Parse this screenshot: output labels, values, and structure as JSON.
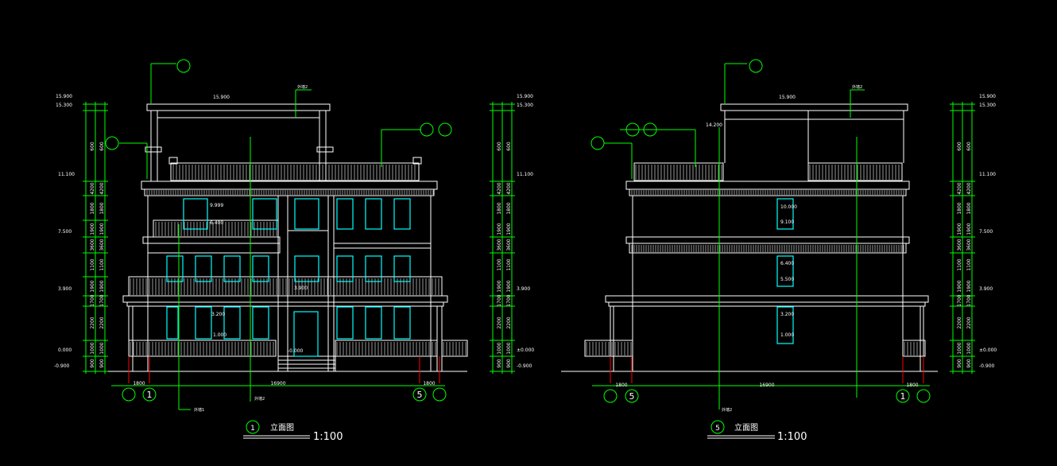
{
  "colors": {
    "background": "#000000",
    "building": "#ffffff",
    "dimension": "#00ff00",
    "window": "#00ffff",
    "axis": "#ff0000"
  },
  "drawing1": {
    "title_circle": "1",
    "title": "立面图",
    "scale": "1:100",
    "elev_labels": [
      "15.900",
      "15.300",
      "11.100",
      "7.500",
      "3.900",
      "0.000",
      "-0.900"
    ],
    "right_elev_labels": [
      "15.900",
      "15.300",
      "11.100",
      "3.900",
      "±0.000",
      "-0.900"
    ],
    "dim_segments": [
      "600",
      "4200",
      "1800",
      "1900",
      "3600",
      "1100",
      "1900",
      "1700",
      "2200",
      "1000",
      "900"
    ],
    "total_width": "16900",
    "bay_left": "1800",
    "bay_right": "1800",
    "axis_labels": [
      "1",
      "5"
    ],
    "floor_marks": [
      "9.999",
      "6.400",
      "3.200",
      "3.900",
      "1.000",
      "-0.000",
      "15.900"
    ],
    "note_bottom": "外墙1",
    "note_bottom2": "外墙2",
    "note_top": "外墙2"
  },
  "drawing2": {
    "title_circle": "5",
    "title": "立面图",
    "scale": "1:100",
    "elev_labels": [
      "15.900",
      "15.300",
      "11.100",
      "7.500",
      "3.900",
      "±0.000",
      "-0.900"
    ],
    "dim_segments": [
      "600",
      "4200",
      "1800",
      "1900",
      "3600",
      "1100",
      "1900",
      "1700",
      "2200",
      "1000",
      "900"
    ],
    "total_width": "16900",
    "bay_left": "1800",
    "bay_right": "1800",
    "axis_labels": [
      "5",
      "1"
    ],
    "floor_marks": [
      "10.000",
      "9.100",
      "6.400",
      "5.500",
      "3.200",
      "1.000",
      "14.200",
      "15.900"
    ],
    "note_bottom": "外墙2",
    "note_top": "外墙2"
  }
}
